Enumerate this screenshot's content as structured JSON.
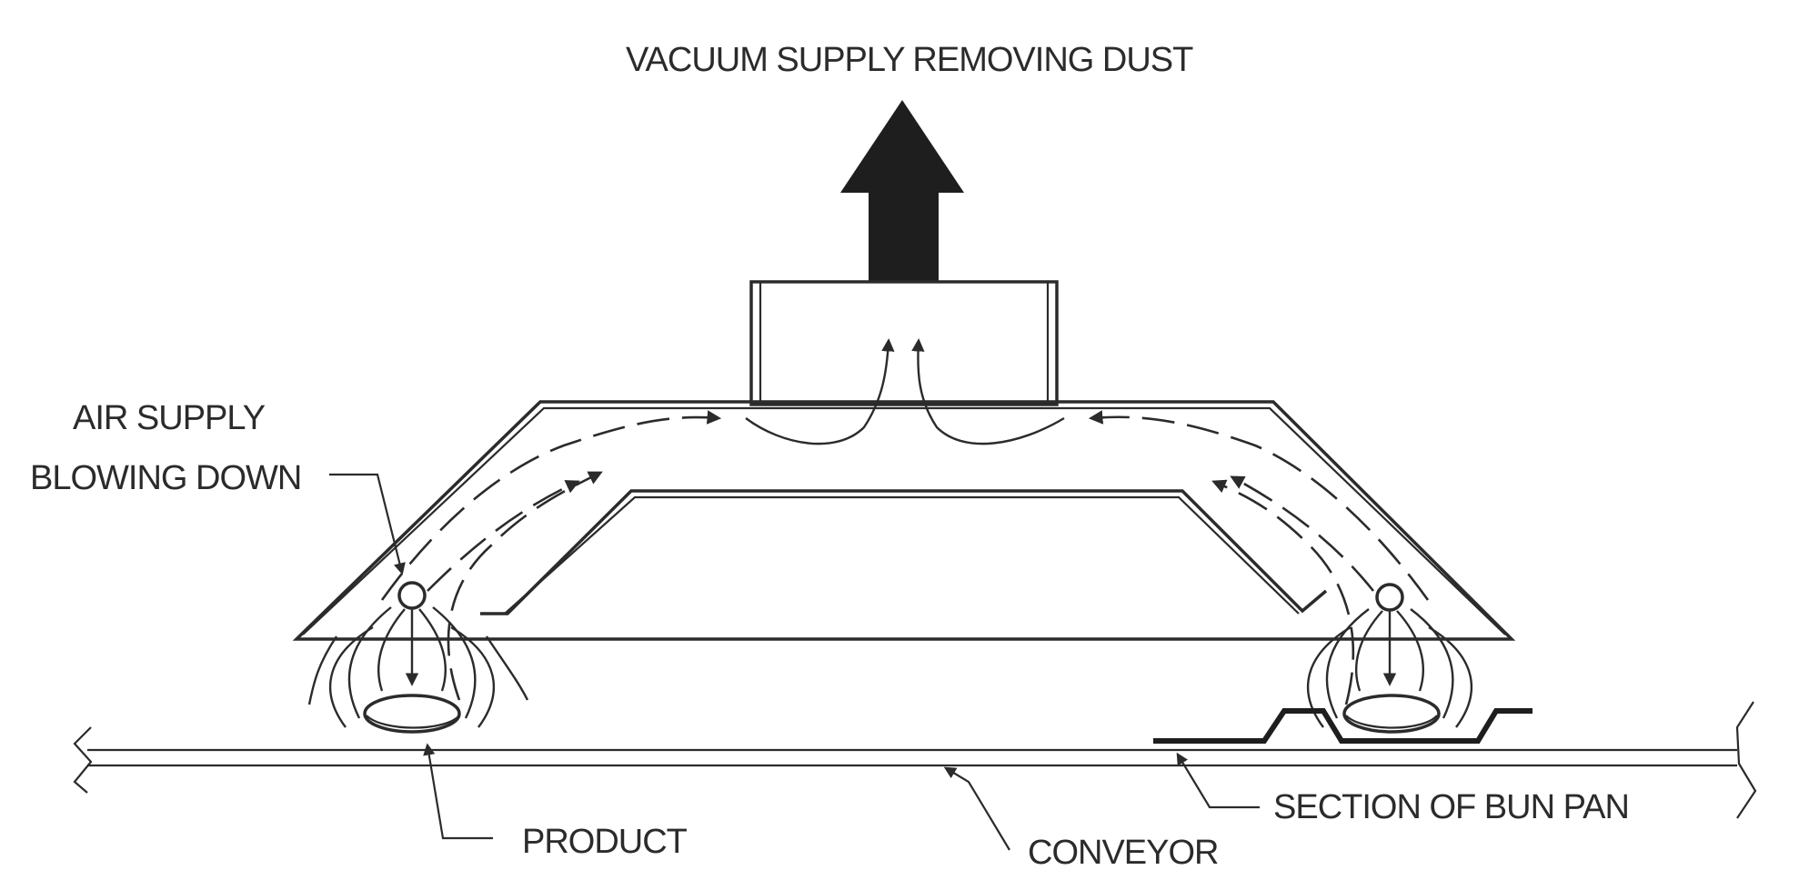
{
  "labels": {
    "vacuum": "VACUUM SUPPLY REMOVING DUST",
    "air_line1": "AIR SUPPLY",
    "air_line2": "BLOWING DOWN",
    "product": "PRODUCT",
    "conveyor": "CONVEYOR",
    "bun_pan": "SECTION OF BUN PAN"
  },
  "colors": {
    "ink": "#2b2b2b",
    "background": "#ffffff"
  },
  "icons": {
    "exhaust": "up-arrow-icon",
    "break_symbol": "zigzag-break-icon"
  }
}
